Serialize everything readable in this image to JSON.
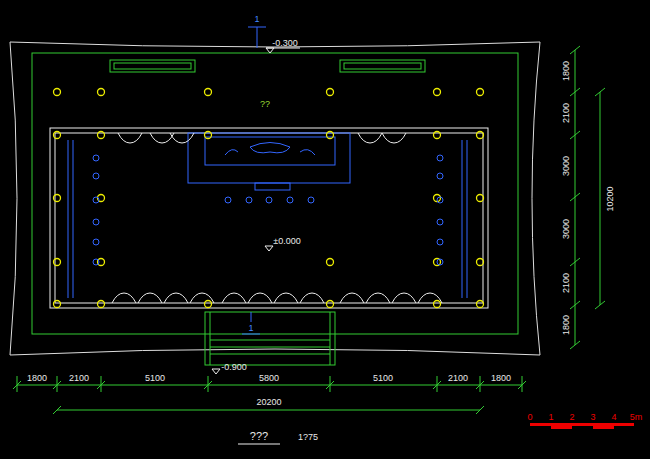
{
  "diagram": {
    "title": "???",
    "labels": [
      "1",
      "-0.300",
      "??",
      "±0.000",
      "1",
      "-0.900",
      "1800",
      "2100",
      "3000",
      "3000",
      "2100",
      "1800",
      "10200",
      "1800",
      "2100",
      "5100",
      "5800",
      "5100",
      "2100",
      "1800",
      "20200",
      "1?75",
      "0",
      "1",
      "2",
      "3",
      "4",
      "5m"
    ]
  }
}
